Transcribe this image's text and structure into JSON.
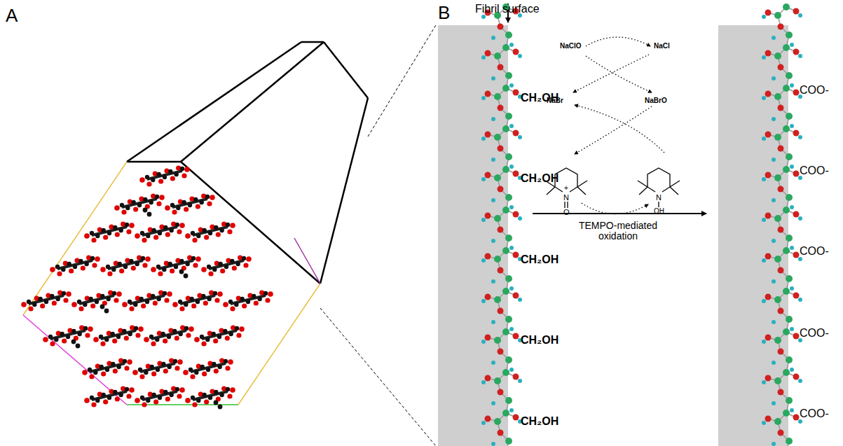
{
  "diagram": {
    "labels": [
      "A",
      "B",
      "Fibril surface",
      "NaClO",
      "NaCl",
      "NaBr",
      "NaBrO",
      "CH₂OH",
      "CH₂OH",
      "CH₂OH",
      "CH₂OH",
      "CH₂OH",
      "COO-",
      "COO-",
      "COO-",
      "COO-",
      "COO-",
      "+",
      "N",
      "O",
      "N",
      "OH",
      "TEMPO-mediated oxidation"
    ]
  }
}
